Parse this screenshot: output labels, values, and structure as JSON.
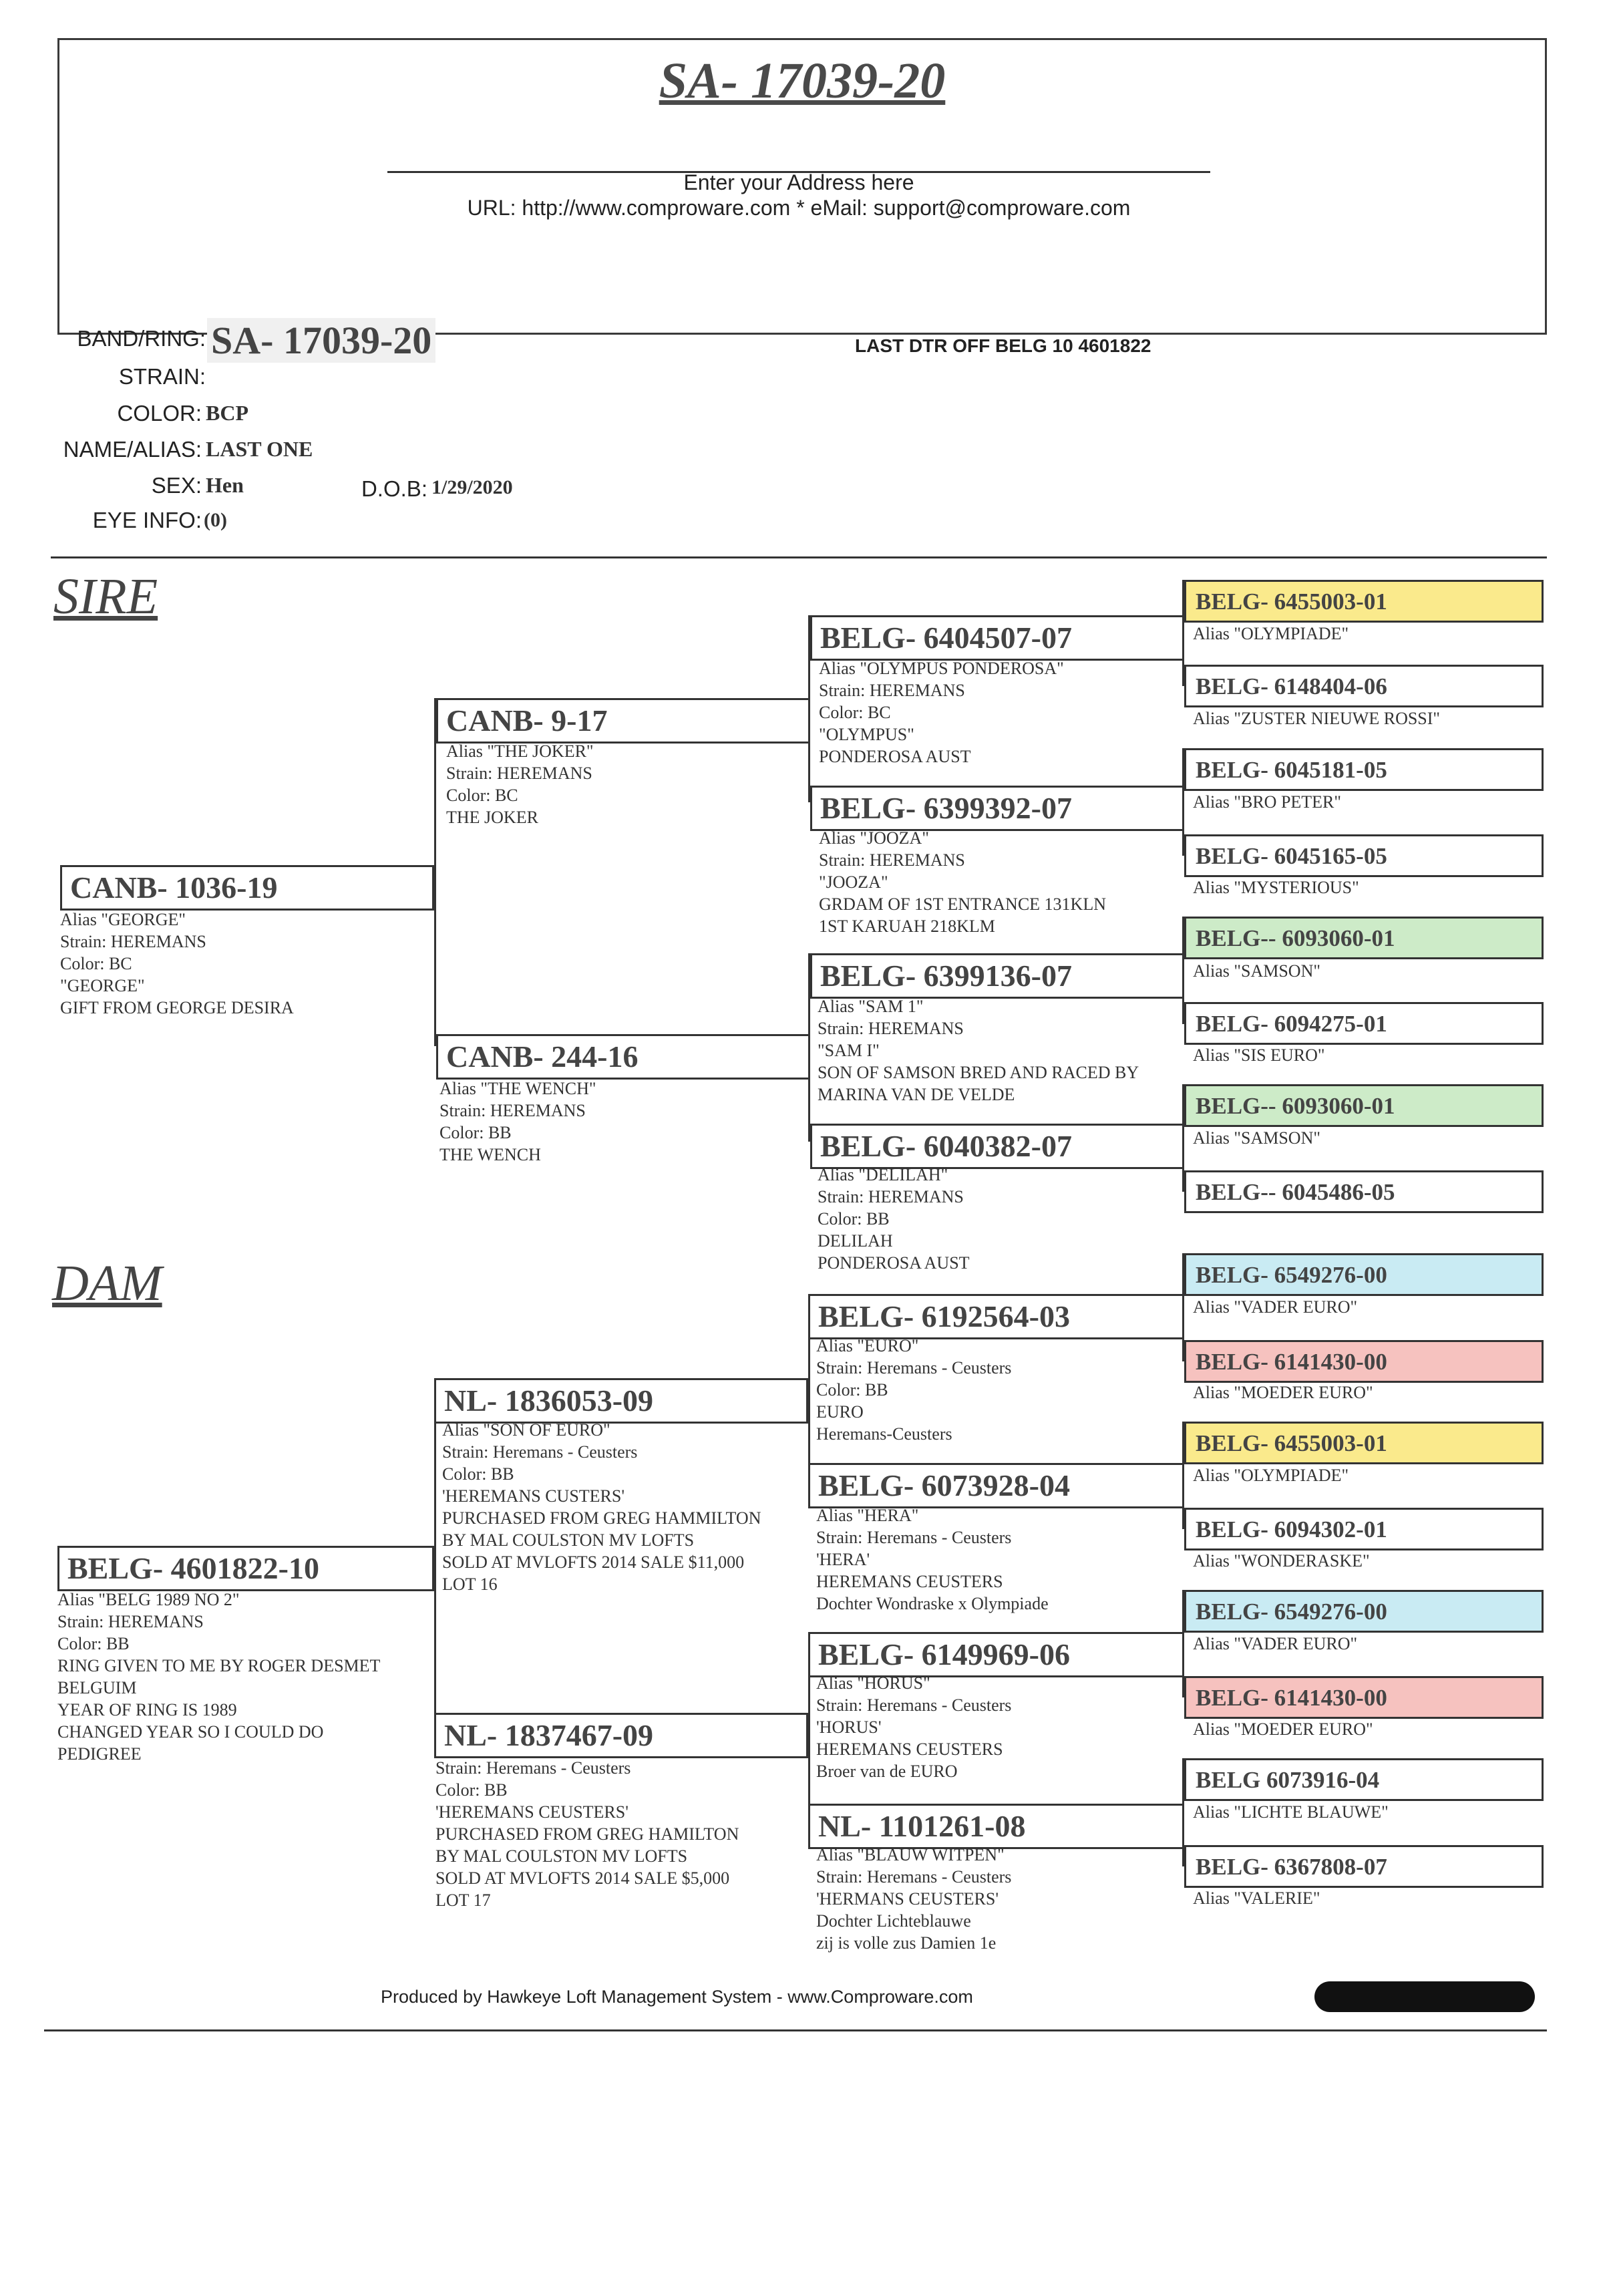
{
  "header": {
    "title": "SA- 17039-20",
    "address": "Enter your Address here",
    "contact": "URL: http://www.comproware.com * eMail: support@comproware.com"
  },
  "bird": {
    "band_label": "BAND/RING:",
    "band": "SA- 17039-20",
    "strain_label": "STRAIN:",
    "strain": "",
    "color_label": "COLOR:",
    "color": "BCP",
    "name_label": "NAME/ALIAS:",
    "name": "LAST ONE",
    "sex_label": "SEX:",
    "sex": "Hen",
    "dob_label": "D.O.B:",
    "dob": "1/29/2020",
    "eye_label": "EYE INFO:",
    "eye": "(0)",
    "note": "LAST DTR OFF BELG 10 4601822"
  },
  "sections": {
    "sire": "SIRE",
    "dam": "DAM"
  },
  "gen1": {
    "sire": {
      "ring": "CANB- 1036-19",
      "lines": [
        "Alias \"GEORGE\"",
        "Strain: HEREMANS",
        "Color: BC",
        "\"GEORGE\"",
        "GIFT FROM GEORGE DESIRA"
      ]
    },
    "dam": {
      "ring": "BELG- 4601822-10",
      "lines": [
        "Alias \"BELG 1989 NO 2\"",
        "Strain: HEREMANS",
        "Color: BB",
        "RING GIVEN TO ME BY ROGER DESMET",
        "BELGUIM",
        "YEAR OF RING IS 1989",
        "CHANGED YEAR SO I COULD DO",
        "PEDIGREE"
      ]
    }
  },
  "gen2": [
    {
      "ring": "CANB- 9-17",
      "lines": [
        "Alias \"THE JOKER\"",
        "Strain: HEREMANS",
        "Color: BC",
        "THE JOKER"
      ]
    },
    {
      "ring": "CANB- 244-16",
      "lines": [
        "Alias \"THE WENCH\"",
        "Strain: HEREMANS",
        "Color: BB",
        "THE WENCH"
      ]
    },
    {
      "ring": "NL- 1836053-09",
      "lines": [
        "Alias \"SON OF EURO\"",
        "Strain: Heremans - Ceusters",
        "Color: BB",
        "'HEREMANS CUSTERS'",
        "PURCHASED FROM GREG HAMMILTON",
        "BY MAL COULSTON MV LOFTS",
        "SOLD AT MVLOFTS 2014 SALE $11,000",
        "LOT 16"
      ]
    },
    {
      "ring": "NL- 1837467-09",
      "lines": [
        "Strain: Heremans - Ceusters",
        "Color: BB",
        "'HEREMANS CEUSTERS'",
        "PURCHASED FROM GREG HAMILTON",
        "BY MAL COULSTON MV LOFTS",
        "SOLD AT MVLOFTS 2014 SALE $5,000",
        "LOT 17"
      ]
    }
  ],
  "gen3": [
    {
      "ring": "BELG- 6404507-07",
      "lines": [
        "Alias \"OLYMPUS PONDEROSA\"",
        "Strain: HEREMANS",
        "Color: BC",
        "\"OLYMPUS\"",
        "PONDEROSA  AUST"
      ]
    },
    {
      "ring": "BELG- 6399392-07",
      "lines": [
        "Alias \"JOOZA\"",
        "Strain: HEREMANS",
        "\"JOOZA\"",
        "GRDAM OF 1ST ENTRANCE 131KLN",
        "1ST KARUAH 218KLM"
      ]
    },
    {
      "ring": "BELG- 6399136-07",
      "lines": [
        "Alias \"SAM 1\"",
        "Strain: HEREMANS",
        "\"SAM I\"",
        "SON OF SAMSON BRED AND RACED BY",
        "MARINA VAN DE VELDE"
      ]
    },
    {
      "ring": "BELG- 6040382-07",
      "lines": [
        "Alias \"DELILAH\"",
        "Strain: HEREMANS",
        "Color: BB",
        "DELILAH",
        "PONDEROSA  AUST"
      ]
    },
    {
      "ring": "BELG- 6192564-03",
      "lines": [
        "Alias \"EURO\"",
        "Strain: Heremans - Ceusters",
        "Color: BB",
        "EURO",
        "Heremans-Ceusters"
      ]
    },
    {
      "ring": "BELG- 6073928-04",
      "lines": [
        "Alias \"HERA\"",
        "Strain: Heremans - Ceusters",
        "'HERA'",
        "HEREMANS CEUSTERS",
        "Dochter Wondraske x Olympiade"
      ]
    },
    {
      "ring": "BELG- 6149969-06",
      "lines": [
        "Alias \"HORUS\"",
        "Strain: Heremans - Ceusters",
        "'HORUS'",
        "HEREMANS CEUSTERS",
        "Broer van de EURO"
      ]
    },
    {
      "ring": "NL- 1101261-08",
      "lines": [
        "Alias \"BLAUW WITPEN\"",
        "Strain: Heremans - Ceusters",
        "'HERMANS CEUSTERS'",
        "Dochter Lichteblauwe",
        "zij is volle zus Damien 1e"
      ]
    }
  ],
  "gen4": [
    {
      "ring": "BELG- 6455003-01",
      "alias": "Alias \"OLYMPIADE\"",
      "color": "#faea8c"
    },
    {
      "ring": "BELG- 6148404-06",
      "alias": "Alias \"ZUSTER NIEUWE ROSSI\"",
      "color": ""
    },
    {
      "ring": "BELG- 6045181-05",
      "alias": "Alias \"BRO PETER\"",
      "color": ""
    },
    {
      "ring": "BELG- 6045165-05",
      "alias": "Alias \"MYSTERIOUS\"",
      "color": ""
    },
    {
      "ring": "BELG-- 6093060-01",
      "alias": "Alias \"SAMSON\"",
      "color": "#cdebc8"
    },
    {
      "ring": "BELG- 6094275-01",
      "alias": "Alias \"SIS EURO\"",
      "color": ""
    },
    {
      "ring": "BELG-- 6093060-01",
      "alias": "Alias \"SAMSON\"",
      "color": "#cdebc8"
    },
    {
      "ring": "BELG-- 6045486-05",
      "alias": "",
      "color": ""
    },
    {
      "ring": "BELG- 6549276-00",
      "alias": "Alias \"VADER EURO\"",
      "color": "#c9ebf3"
    },
    {
      "ring": "BELG- 6141430-00",
      "alias": "Alias \"MOEDER EURO\"",
      "color": "#f6c2bf"
    },
    {
      "ring": "BELG- 6455003-01",
      "alias": "Alias \"OLYMPIADE\"",
      "color": "#faea8c"
    },
    {
      "ring": "BELG- 6094302-01",
      "alias": "Alias \"WONDERASKE\"",
      "color": ""
    },
    {
      "ring": "BELG- 6549276-00",
      "alias": "Alias \"VADER EURO\"",
      "color": "#c9ebf3"
    },
    {
      "ring": "BELG- 6141430-00",
      "alias": "Alias \"MOEDER EURO\"",
      "color": "#f6c2bf"
    },
    {
      "ring": "BELG 6073916-04",
      "alias": "Alias \"LICHTE BLAUWE\"",
      "color": ""
    },
    {
      "ring": "BELG- 6367808-07",
      "alias": "Alias \"VALERIE\"",
      "color": ""
    }
  ],
  "footer": "Produced by Hawkeye Loft Management System - www.Comproware.com"
}
